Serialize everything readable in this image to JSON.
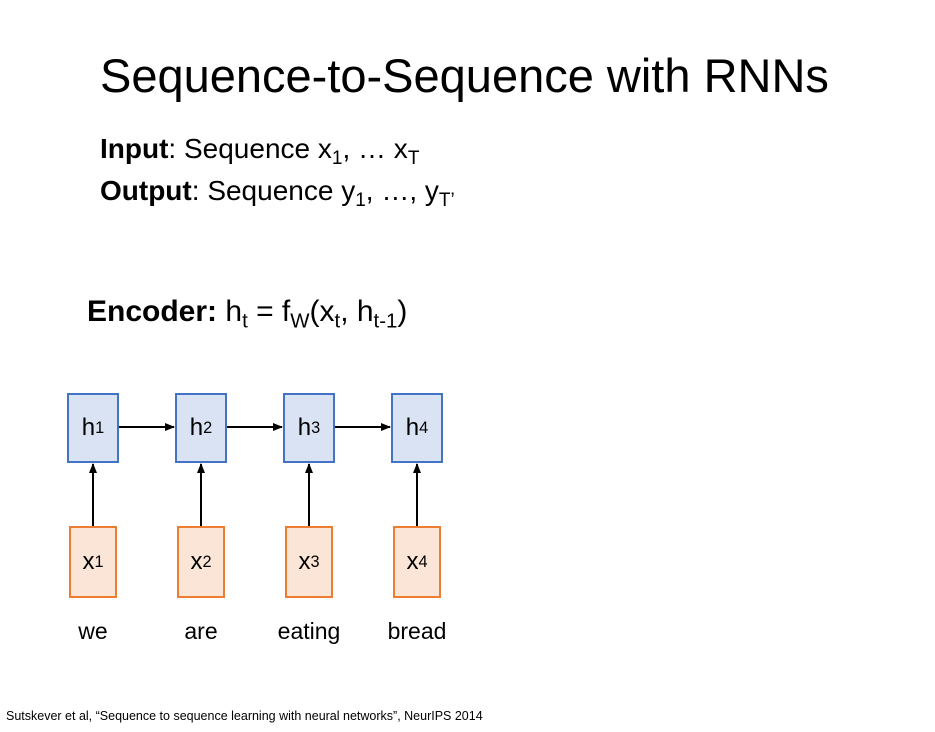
{
  "title": "Sequence-to-Sequence with RNNs",
  "input": {
    "label": "Input",
    "sep": ": ",
    "text": "Sequence x",
    "sub1": "1",
    "rest": ", … x",
    "subT": "T"
  },
  "output": {
    "label": "Output",
    "sep": ": ",
    "text": "Sequence y",
    "sub1": "1",
    "rest": ", …, y",
    "subT": "T’"
  },
  "encoder": {
    "label": "Encoder:",
    "h": " h",
    "h_sub": "t",
    "eq": " = f",
    "f_sub": "W",
    "open": "(x",
    "x_sub": "t",
    "comma": ", h",
    "h2_sub": "t-1",
    "close": ")"
  },
  "hidden": [
    {
      "base": "h",
      "sub": "1"
    },
    {
      "base": "h",
      "sub": "2"
    },
    {
      "base": "h",
      "sub": "3"
    },
    {
      "base": "h",
      "sub": "4"
    }
  ],
  "inputs": [
    {
      "base": "x",
      "sub": "1"
    },
    {
      "base": "x",
      "sub": "2"
    },
    {
      "base": "x",
      "sub": "3"
    },
    {
      "base": "x",
      "sub": "4"
    }
  ],
  "words": [
    "we",
    "are",
    "eating",
    "bread"
  ],
  "citation": "Sutskever et al, “Sequence to sequence learning with neural networks”, NeurIPS 2014",
  "colors": {
    "hidden_fill": "#dae3f3",
    "hidden_border": "#4472c4",
    "input_fill": "#fbe5d6",
    "input_border": "#ed7d31",
    "arrow": "#000000"
  }
}
